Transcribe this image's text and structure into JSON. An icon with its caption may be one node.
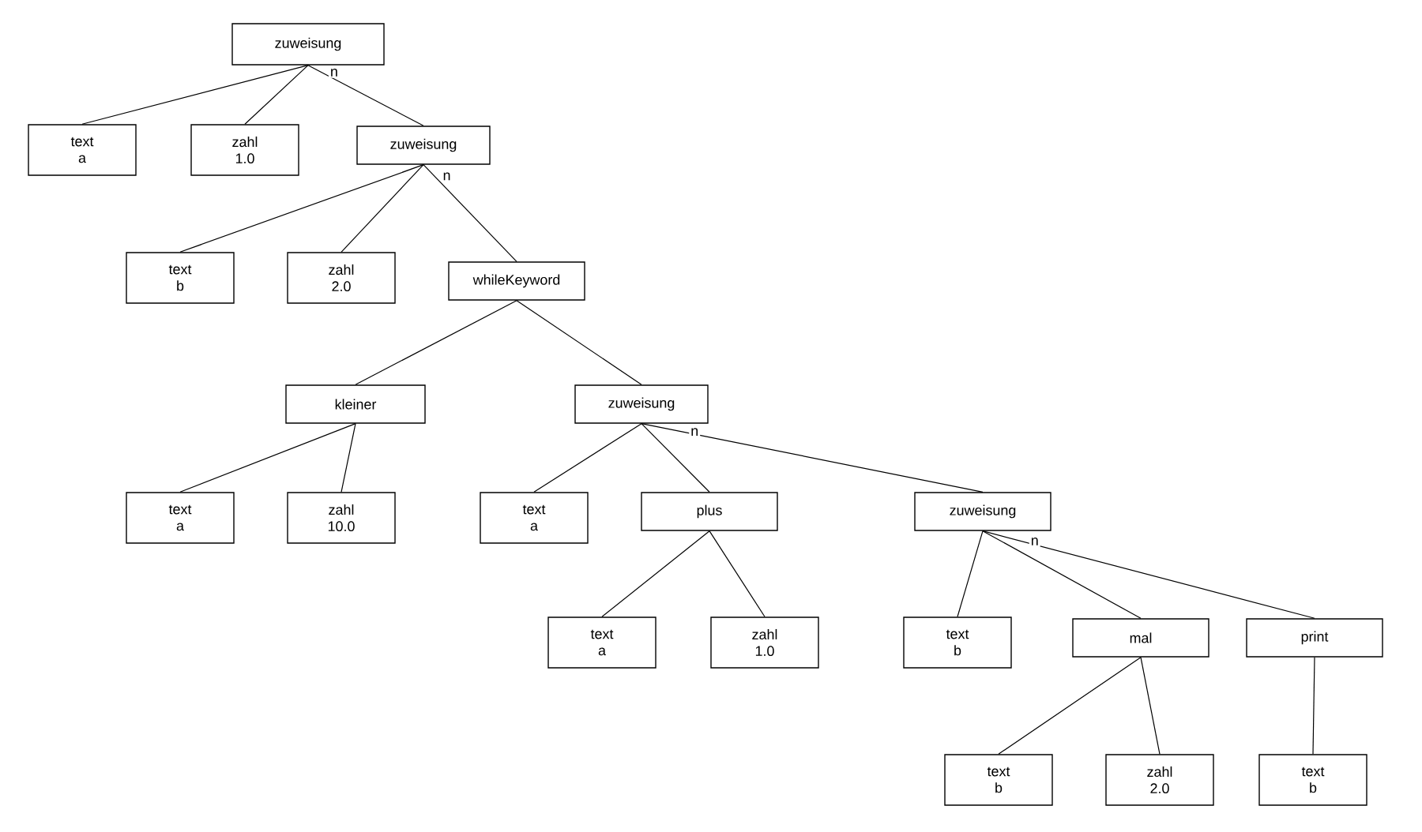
{
  "diagram": {
    "nodes": [
      {
        "text": [
          "zuweisung"
        ]
      },
      {
        "text": [
          "text",
          "a"
        ]
      },
      {
        "text": [
          "zahl",
          "1.0"
        ]
      },
      {
        "text": [
          "zuweisung"
        ]
      },
      {
        "text": [
          "text",
          "b"
        ]
      },
      {
        "text": [
          "zahl",
          "2.0"
        ]
      },
      {
        "text": [
          "whileKeyword"
        ]
      },
      {
        "text": [
          "kleiner"
        ]
      },
      {
        "text": [
          "zuweisung"
        ]
      },
      {
        "text": [
          "text",
          "a"
        ]
      },
      {
        "text": [
          "zahl",
          "10.0"
        ]
      },
      {
        "text": [
          "text",
          "a"
        ]
      },
      {
        "text": [
          "plus"
        ]
      },
      {
        "text": [
          "zuweisung"
        ]
      },
      {
        "text": [
          "text",
          "a"
        ]
      },
      {
        "text": [
          "zahl",
          "1.0"
        ]
      },
      {
        "text": [
          "text",
          "b"
        ]
      },
      {
        "text": [
          "mal"
        ]
      },
      {
        "text": [
          "print"
        ]
      },
      {
        "text": [
          "text",
          "b"
        ]
      },
      {
        "text": [
          "zahl",
          "2.0"
        ]
      },
      {
        "text": [
          "text",
          "b"
        ]
      }
    ],
    "edges": [
      {
        "from": 0,
        "to": 1,
        "arrow": "none"
      },
      {
        "from": 0,
        "to": 2,
        "arrow": "none"
      },
      {
        "from": 0,
        "to": 3,
        "arrow": "none",
        "label": "n"
      },
      {
        "from": 3,
        "to": 4,
        "arrow": "none"
      },
      {
        "from": 3,
        "to": 5,
        "arrow": "none"
      },
      {
        "from": 3,
        "to": 6,
        "arrow": "none",
        "label": "n"
      },
      {
        "from": 6,
        "to": 7,
        "arrow": "none"
      },
      {
        "from": 6,
        "to": 8,
        "arrow": "none"
      },
      {
        "from": 7,
        "to": 9,
        "arrow": "none"
      },
      {
        "from": 7,
        "to": 10,
        "arrow": "none"
      },
      {
        "from": 8,
        "to": 11,
        "arrow": "none"
      },
      {
        "from": 8,
        "to": 12,
        "arrow": "none"
      },
      {
        "from": 8,
        "to": 13,
        "arrow": "none",
        "label": "n"
      },
      {
        "from": 12,
        "to": 14,
        "arrow": "none"
      },
      {
        "from": 12,
        "to": 15,
        "arrow": "none"
      },
      {
        "from": 13,
        "to": 16,
        "arrow": "none"
      },
      {
        "from": 13,
        "to": 17,
        "arrow": "none"
      },
      {
        "from": 13,
        "to": 18,
        "arrow": "none",
        "label": "n"
      },
      {
        "from": 17,
        "to": 19,
        "arrow": "none"
      },
      {
        "from": 17,
        "to": 20,
        "arrow": "none"
      },
      {
        "from": 18,
        "to": 21,
        "arrow": "none"
      }
    ]
  }
}
